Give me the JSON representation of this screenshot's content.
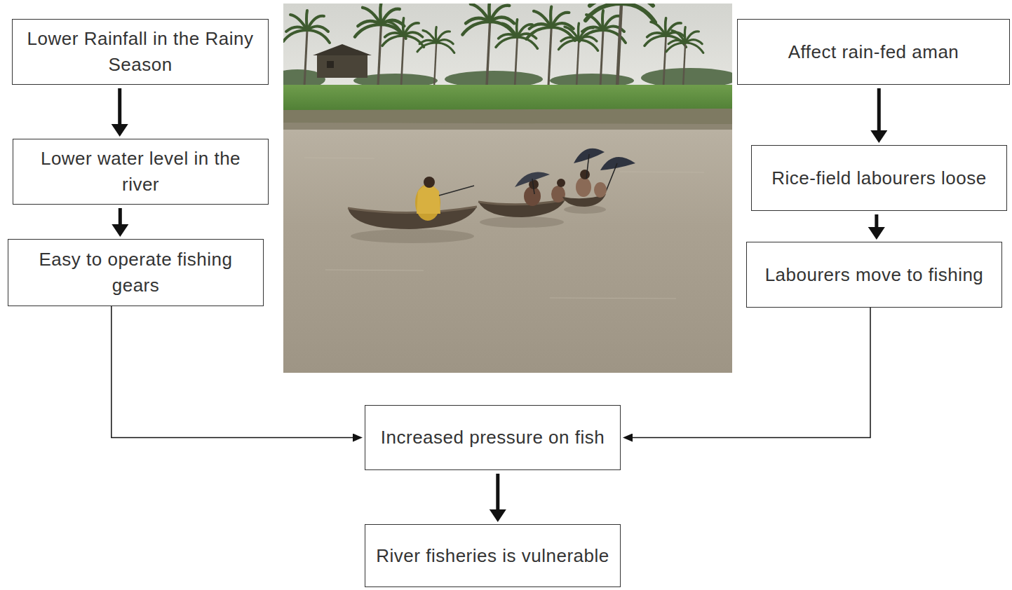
{
  "diagram": {
    "nodes": [
      {
        "text": [
          "Lower Rainfall in the Rainy Season"
        ]
      },
      {
        "text": [
          "Lower water level in the river"
        ]
      },
      {
        "text": [
          "Easy to operate fishing gears"
        ]
      },
      {
        "text": [
          "Affect rain-fed aman"
        ]
      },
      {
        "text": [
          "Rice-field labourers loose"
        ]
      },
      {
        "text": [
          "Labourers move to fishing"
        ]
      },
      {
        "text": [
          "Increased pressure on fish"
        ]
      },
      {
        "text": [
          "River fisheries is vulnerable"
        ]
      }
    ],
    "edges": [
      {
        "from": 0,
        "to": 1,
        "arrow": "to"
      },
      {
        "from": 1,
        "to": 2,
        "arrow": "to"
      },
      {
        "from": 2,
        "to": 6,
        "arrow": "to"
      },
      {
        "from": 3,
        "to": 4,
        "arrow": "to"
      },
      {
        "from": 4,
        "to": 5,
        "arrow": "to"
      },
      {
        "from": 5,
        "to": 6,
        "arrow": "to"
      },
      {
        "from": 6,
        "to": 7,
        "arrow": "to"
      }
    ]
  }
}
